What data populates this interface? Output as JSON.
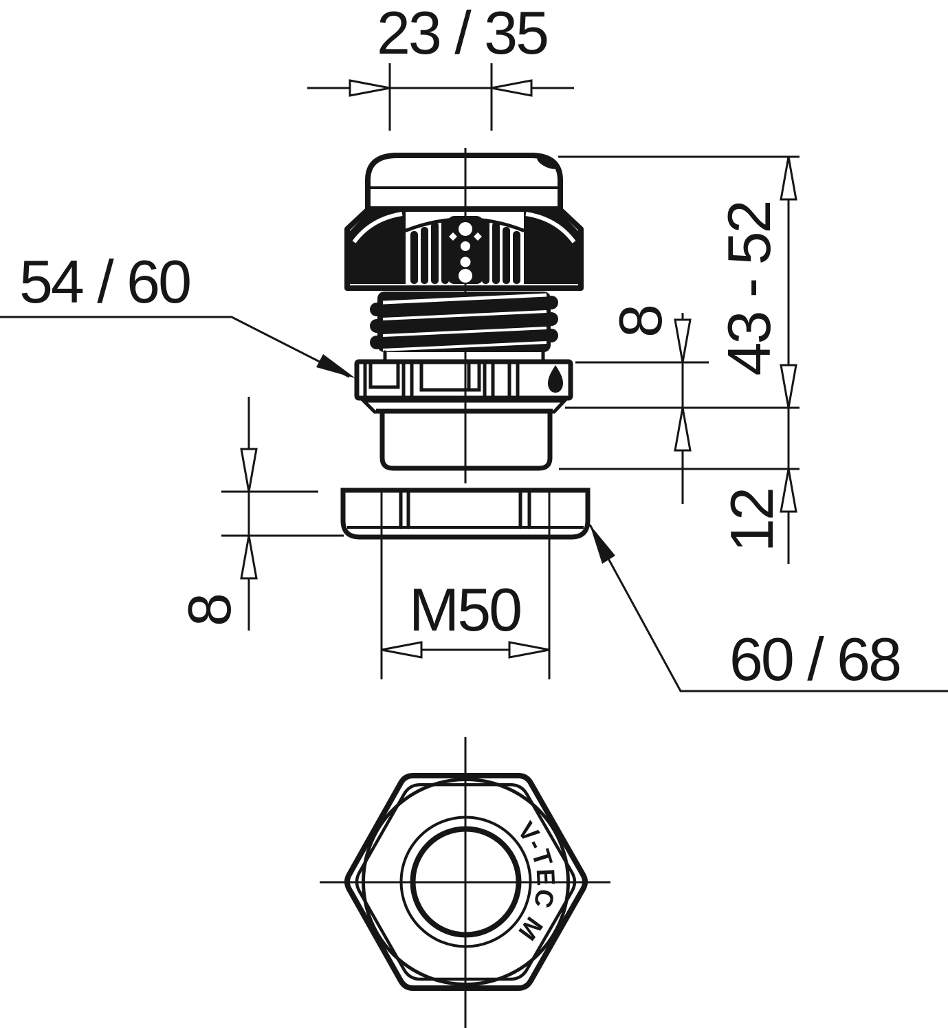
{
  "labels": {
    "cap_span": "23 / 35",
    "body_flats": "54 / 60",
    "flange_height": "8",
    "overall_height": "43 - 52",
    "thread_length": "12",
    "locknut_height": "8",
    "thread_size": "M50",
    "locknut_flats": "60 / 68",
    "marking": "V-TEC M"
  },
  "drawing": {
    "ink_color": "#161616",
    "background": "#ffffff",
    "views": [
      "side elevation with dimensions",
      "bottom hexagon view"
    ]
  }
}
